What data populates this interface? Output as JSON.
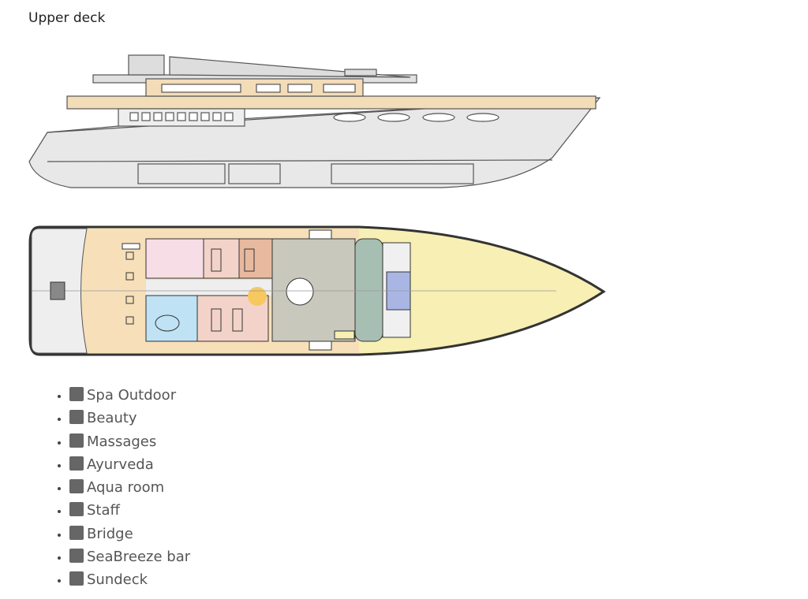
{
  "heading": "Upper deck",
  "legend": [
    {
      "label": "Spa Outdoor",
      "color": "#666666"
    },
    {
      "label": "Beauty",
      "color": "#666666"
    },
    {
      "label": "Massages",
      "color": "#666666"
    },
    {
      "label": "Ayurveda",
      "color": "#666666"
    },
    {
      "label": "Aqua room",
      "color": "#666666"
    },
    {
      "label": "Staff",
      "color": "#666666"
    },
    {
      "label": "Bridge",
      "color": "#666666"
    },
    {
      "label": "SeaBreeze bar",
      "color": "#666666"
    },
    {
      "label": "Sundeck",
      "color": "#666666"
    }
  ]
}
